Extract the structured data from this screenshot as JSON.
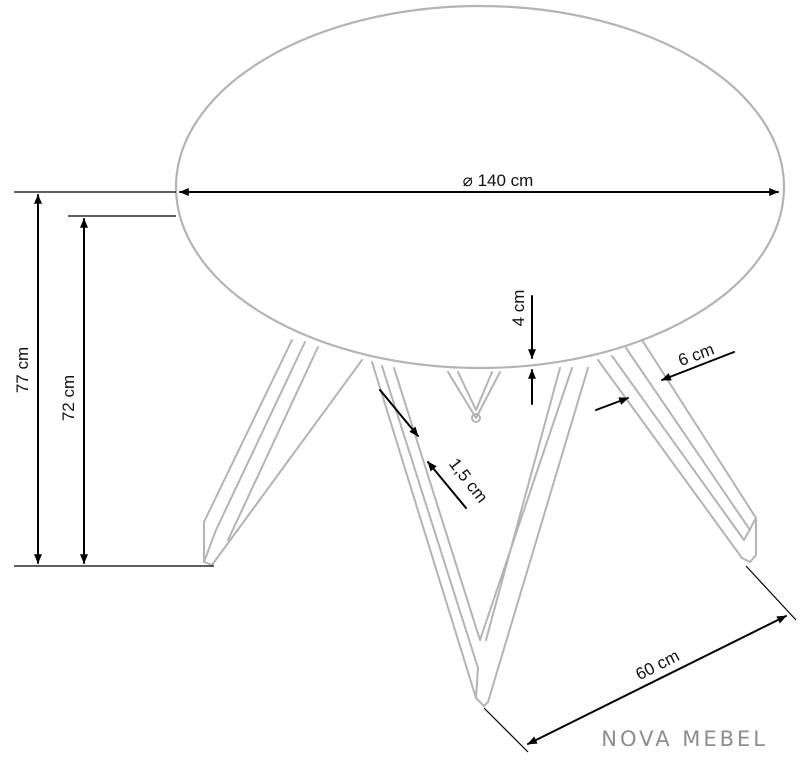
{
  "dimensions": {
    "diameter": "⌀ 140 cm",
    "total_height": "77 cm",
    "leg_height": "72 cm",
    "top_thickness": "4 cm",
    "leg_thickness": "1,5 cm",
    "leg_width": "6 cm",
    "leg_span": "60 cm"
  },
  "brand": "NOVA MEBEL",
  "colors": {
    "outline": "#b4b4b4",
    "dimension_lines": "#000000",
    "brand_text": "#8d8d8d"
  }
}
